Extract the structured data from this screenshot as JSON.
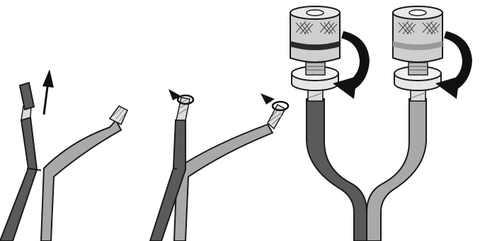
{
  "diagram": {
    "steps": [
      {
        "name": "strip-insulation"
      },
      {
        "name": "twist-strands"
      },
      {
        "name": "connect-to-binding-posts"
      }
    ],
    "colors": {
      "wire_dark": "#5a5a5a",
      "wire_light": "#a9a9a9",
      "outline": "#1a1a1a",
      "copper": "#d0d0d0",
      "post_body": "#cfcfcf",
      "post_band_dark": "#2a2a2a",
      "post_band_light": "#9a9a9a",
      "background": "#ffffff"
    },
    "icons": [
      "arrow-up-icon",
      "twist-arrow-icon",
      "rotate-arrow-icon"
    ]
  }
}
